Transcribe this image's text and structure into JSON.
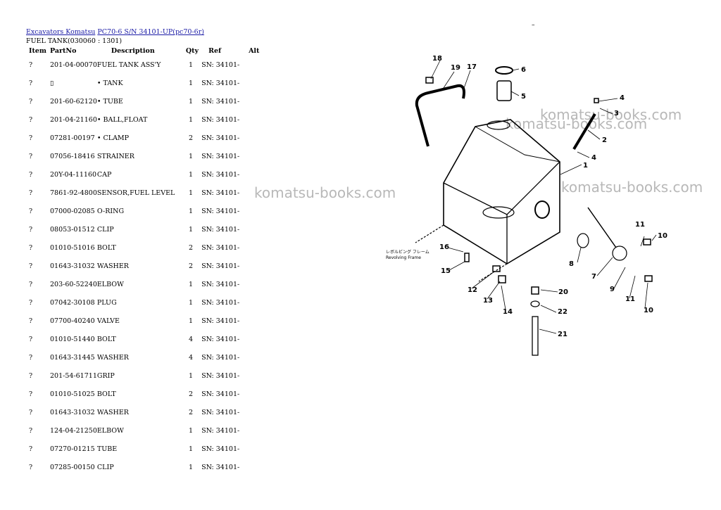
{
  "breadcrumb": {
    "link1": "Excavators Komatsu",
    "link2": "PC70-6 S/N 34101-UP(pc70-6r)"
  },
  "subtitle": "FUEL TANK(030060 : 1301)",
  "corner_mark": "–",
  "table": {
    "headers": [
      "Item",
      "PartNo",
      "Description",
      "Qty",
      "Ref",
      "Alt"
    ],
    "rows": [
      {
        "item": "?",
        "part": "201-04-00070",
        "desc": "FUEL TANK ASS'Y",
        "qty": "1",
        "ref": "SN: 34101-"
      },
      {
        "item": "?",
        "part": "▯",
        "desc": "• TANK",
        "qty": "1",
        "ref": "SN: 34101-"
      },
      {
        "item": "?",
        "part": "201-60-62120",
        "desc": "• TUBE",
        "qty": "1",
        "ref": "SN: 34101-"
      },
      {
        "item": "?",
        "part": "201-04-21160",
        "desc": "• BALL,FLOAT",
        "qty": "1",
        "ref": "SN: 34101-"
      },
      {
        "item": "?",
        "part": "07281-00197",
        "desc": " • CLAMP",
        "qty": "2",
        "ref": "SN: 34101-"
      },
      {
        "item": "?",
        "part": "07056-18416",
        "desc": "STRAINER",
        "qty": "1",
        "ref": "SN: 34101-"
      },
      {
        "item": "?",
        "part": "20Y-04-11160",
        "desc": "CAP",
        "qty": "1",
        "ref": "SN: 34101-"
      },
      {
        "item": "?",
        "part": "7861-92-4800",
        "desc": "SENSOR,FUEL LEVEL",
        "qty": "1",
        "ref": "SN: 34101-"
      },
      {
        "item": "?",
        "part": "07000-02085",
        "desc": "O-RING",
        "qty": "1",
        "ref": "SN: 34101-"
      },
      {
        "item": "?",
        "part": "08053-01512",
        "desc": "CLIP",
        "qty": "1",
        "ref": "SN: 34101-"
      },
      {
        "item": "?",
        "part": "01010-51016",
        "desc": "BOLT",
        "qty": "2",
        "ref": "SN: 34101-"
      },
      {
        "item": "?",
        "part": "01643-31032",
        "desc": "WASHER",
        "qty": "2",
        "ref": "SN: 34101-"
      },
      {
        "item": "?",
        "part": "203-60-52240",
        "desc": "ELBOW",
        "qty": "1",
        "ref": "SN: 34101-"
      },
      {
        "item": "?",
        "part": "07042-30108",
        "desc": "PLUG",
        "qty": "1",
        "ref": "SN: 34101-"
      },
      {
        "item": "?",
        "part": "07700-40240",
        "desc": "VALVE",
        "qty": "1",
        "ref": "SN: 34101-"
      },
      {
        "item": "?",
        "part": "01010-51440",
        "desc": "BOLT",
        "qty": "4",
        "ref": "SN: 34101-"
      },
      {
        "item": "?",
        "part": "01643-31445",
        "desc": "WASHER",
        "qty": "4",
        "ref": "SN: 34101-"
      },
      {
        "item": "?",
        "part": "201-54-61711",
        "desc": "GRIP",
        "qty": "1",
        "ref": "SN: 34101-"
      },
      {
        "item": "?",
        "part": "01010-51025",
        "desc": "BOLT",
        "qty": "2",
        "ref": "SN: 34101-"
      },
      {
        "item": "?",
        "part": "01643-31032",
        "desc": "WASHER",
        "qty": "2",
        "ref": "SN: 34101-"
      },
      {
        "item": "?",
        "part": "124-04-21250",
        "desc": "ELBOW",
        "qty": "1",
        "ref": "SN: 34101-"
      },
      {
        "item": "?",
        "part": "07270-01215",
        "desc": "TUBE",
        "qty": "1",
        "ref": "SN: 34101-"
      },
      {
        "item": "?",
        "part": "07285-00150",
        "desc": "CLIP",
        "qty": "1",
        "ref": "SN: 34101-"
      }
    ]
  },
  "watermarks": {
    "w1": "komatsu-books.com",
    "w2": "komatsu-books.com",
    "w3": "komatsu-books.com",
    "w4": "komatsu-books.com"
  },
  "diagram": {
    "frame_label_jp": "レボルビング フレーム",
    "frame_label_en": "Revolving Frame",
    "callouts": {
      "n1": "1",
      "n2": "2",
      "n3": "3",
      "n4a": "4",
      "n4b": "4",
      "n5": "5",
      "n6": "6",
      "n7": "7",
      "n8": "8",
      "n9": "9",
      "n10a": "10",
      "n10b": "10",
      "n11a": "11",
      "n11b": "11",
      "n12": "12",
      "n13": "13",
      "n14": "14",
      "n15": "15",
      "n16": "16",
      "n17": "17",
      "n18": "18",
      "n19": "19",
      "n20": "20",
      "n21": "21",
      "n22": "22"
    }
  }
}
